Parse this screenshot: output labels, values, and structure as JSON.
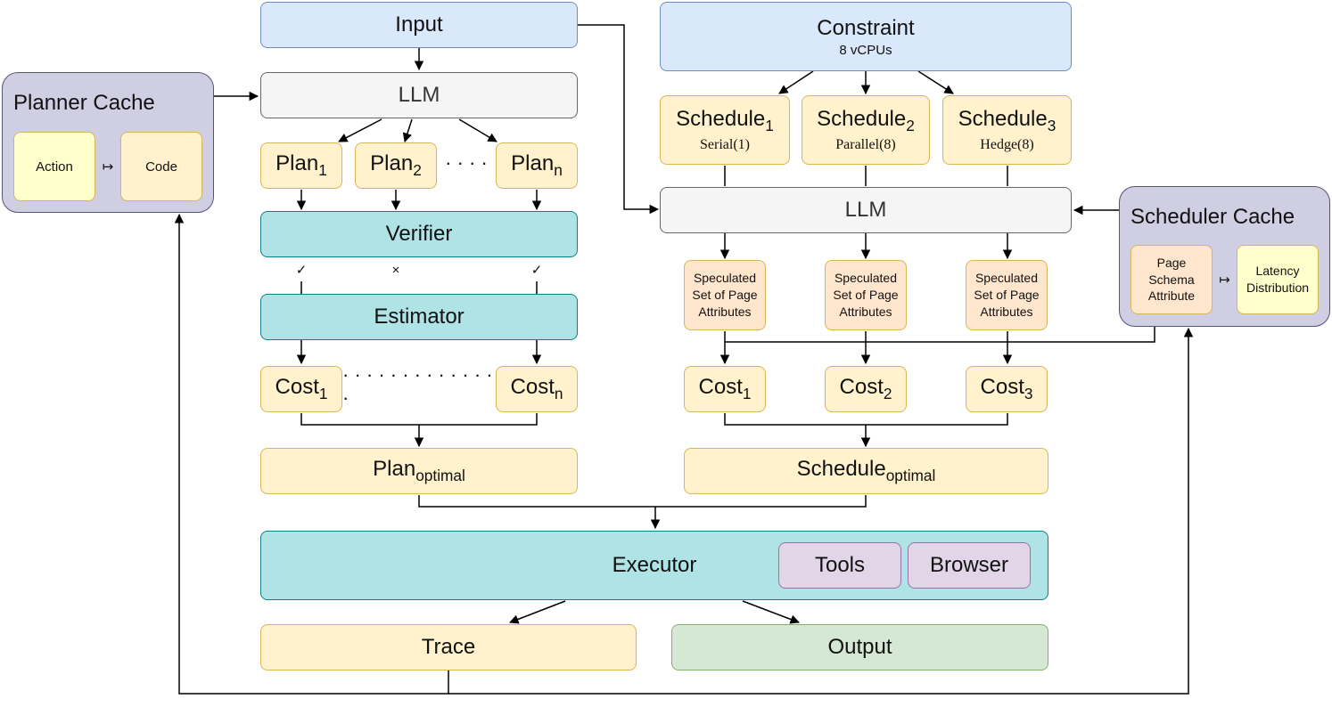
{
  "top": {
    "input": "Input",
    "llm": "LLM",
    "constraint": "Constraint",
    "constraint_sub": "8 vCPUs"
  },
  "planner_cache": {
    "title": "Planner Cache",
    "key": "Action",
    "map_symbol": "↦",
    "value": "Code"
  },
  "plans": {
    "base": "Plan",
    "subs": [
      "1",
      "2",
      "n"
    ],
    "ellipsis": "· · · ·"
  },
  "verifier": {
    "label": "Verifier",
    "marks": [
      "✓",
      "×",
      "✓"
    ]
  },
  "estimator": "Estimator",
  "left_costs": {
    "base": "Cost",
    "subs": [
      "1",
      "n"
    ],
    "ellipsis": "· · · · · · · · · · · · · ·"
  },
  "plan_optimal": {
    "base": "Plan",
    "sub": "optimal"
  },
  "schedules": {
    "base": "Schedule",
    "items": [
      {
        "sub": "1",
        "detail": "Serial(1)"
      },
      {
        "sub": "2",
        "detail": "Parallel(8)"
      },
      {
        "sub": "3",
        "detail": "Hedge(8)"
      }
    ]
  },
  "right_llm": "LLM",
  "scheduler_cache": {
    "title": "Scheduler Cache",
    "key_lines": [
      "Page",
      "Schema",
      "Attribute"
    ],
    "map_symbol": "↦",
    "value_lines": [
      "Latency",
      "Distribution"
    ]
  },
  "speculated": {
    "lines": [
      "Speculated",
      "Set of Page",
      "Attributes"
    ]
  },
  "right_costs": {
    "base": "Cost",
    "subs": [
      "1",
      "2",
      "3"
    ]
  },
  "schedule_optimal": {
    "base": "Schedule",
    "sub": "optimal"
  },
  "executor": {
    "label": "Executor",
    "tools": "Tools",
    "browser": "Browser"
  },
  "trace": "Trace",
  "output": "Output"
}
